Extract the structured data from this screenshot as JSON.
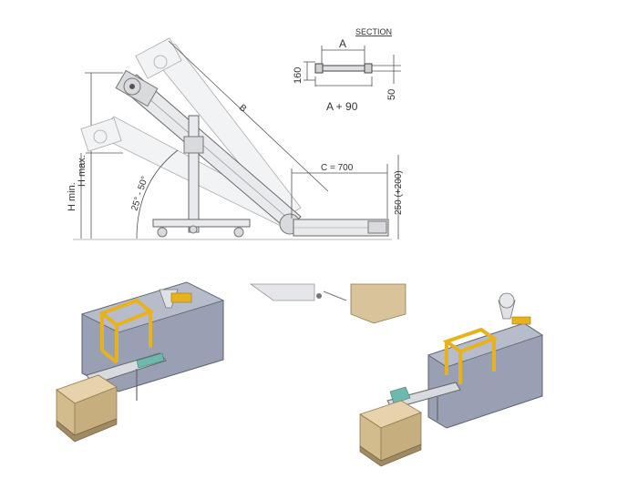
{
  "labels": {
    "section": "SECTION",
    "a": "A",
    "a_plus_90": "A + 90",
    "dim_160": "160",
    "dim_50": "50",
    "b": "B",
    "c": "C = 700",
    "angle": "25° - 50°",
    "h_max": "H max.",
    "h_min": "H min.",
    "height_250": "250 (+200)"
  },
  "colors": {
    "section_accent": "#d9531e",
    "machine_body": "#9aa0b3",
    "guard_frame": "#e8b21e",
    "pallet_box": "#d8c39a"
  }
}
